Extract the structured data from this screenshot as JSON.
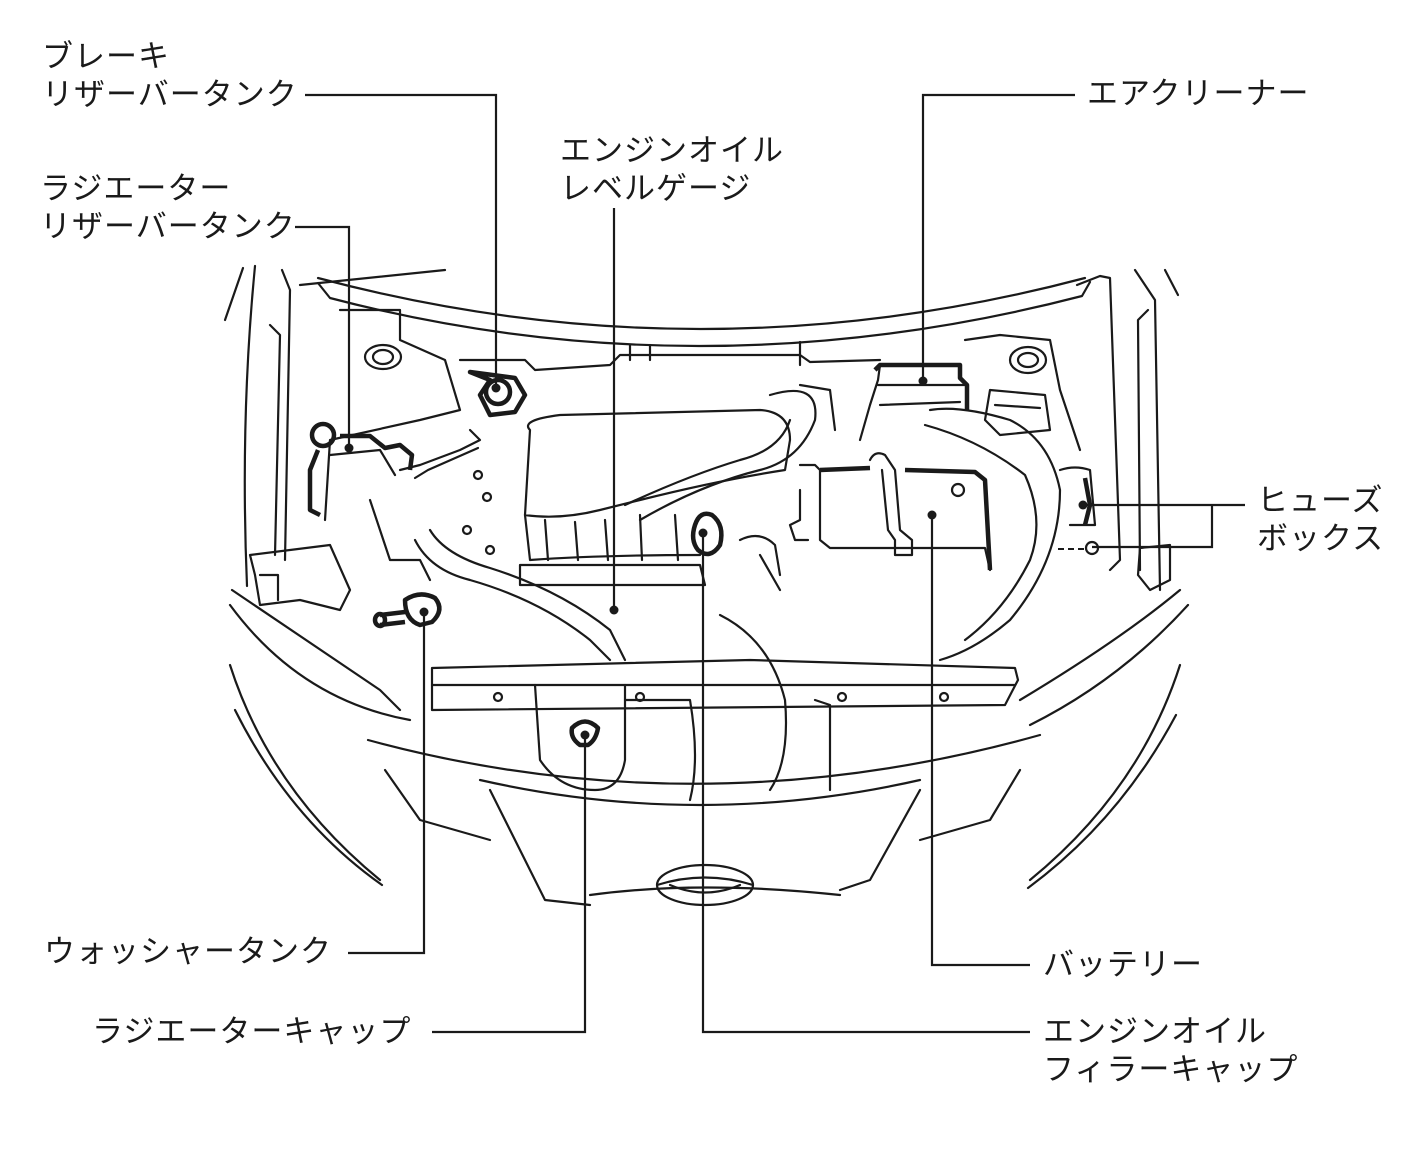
{
  "diagram": {
    "subject": "engine-compartment",
    "line_color": "#1a1a1a",
    "background": "#ffffff",
    "callouts": {
      "brake_reservoir": {
        "lines": [
          "ブレーキ",
          "リザーバータンク"
        ]
      },
      "radiator_reservoir": {
        "lines": [
          "ラジエーター",
          "リザーバータンク"
        ]
      },
      "oil_level_gauge": {
        "lines": [
          "エンジンオイル",
          "レベルゲージ"
        ]
      },
      "air_cleaner": {
        "lines": [
          "エアクリーナー"
        ]
      },
      "fuse_box": {
        "lines": [
          "ヒューズ",
          "ボックス"
        ]
      },
      "washer_tank": {
        "lines": [
          "ウォッシャータンク"
        ]
      },
      "radiator_cap": {
        "lines": [
          "ラジエーターキャップ"
        ]
      },
      "battery": {
        "lines": [
          "バッテリー"
        ]
      },
      "oil_filler_cap": {
        "lines": [
          "エンジンオイル",
          "フィラーキャップ"
        ]
      }
    }
  }
}
